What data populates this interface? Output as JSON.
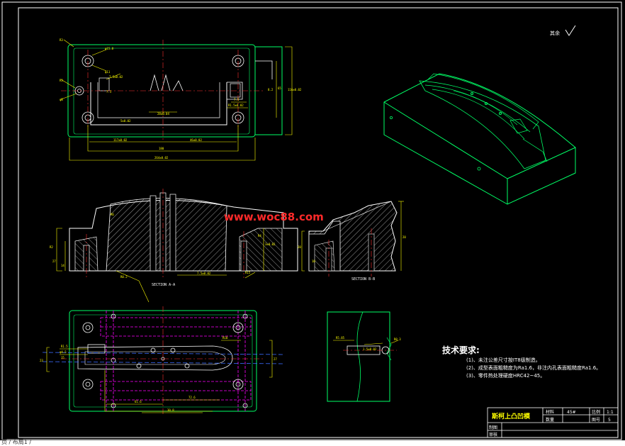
{
  "labels": {
    "surface": "其余",
    "section_aa": "SECTION A-A",
    "section_bb": "SECTION B-B",
    "watermark": "www.woc88.com"
  },
  "tech": {
    "title": "技术要求:",
    "items": [
      "(1)、未注公差尺寸按IT8级制造。",
      "(2)、成型表面粗糙度为Ra1.6，非注内孔表面粗糙度Ra1.6。",
      "(3)、零件热处理硬度HRC42~45。"
    ]
  },
  "titleblock": {
    "name": "斯柯上凸凹模",
    "material_label": "材料",
    "material_value": "45#",
    "ratio_label": "比例",
    "ratio_value": "1:1",
    "qty_label": "数量",
    "drawing_no_label": "图号",
    "drawing_no_value": "5",
    "design_label": "制图",
    "review_label": "审核"
  },
  "statusbar": {
    "text": "页 / 布局1 /"
  },
  "colors": {
    "background": "#000000",
    "outline": "#00ff66",
    "dimension": "#ffff00",
    "centerline": "#ff3030",
    "hidden": "#ff00ff",
    "frame": "#ffffff"
  }
}
